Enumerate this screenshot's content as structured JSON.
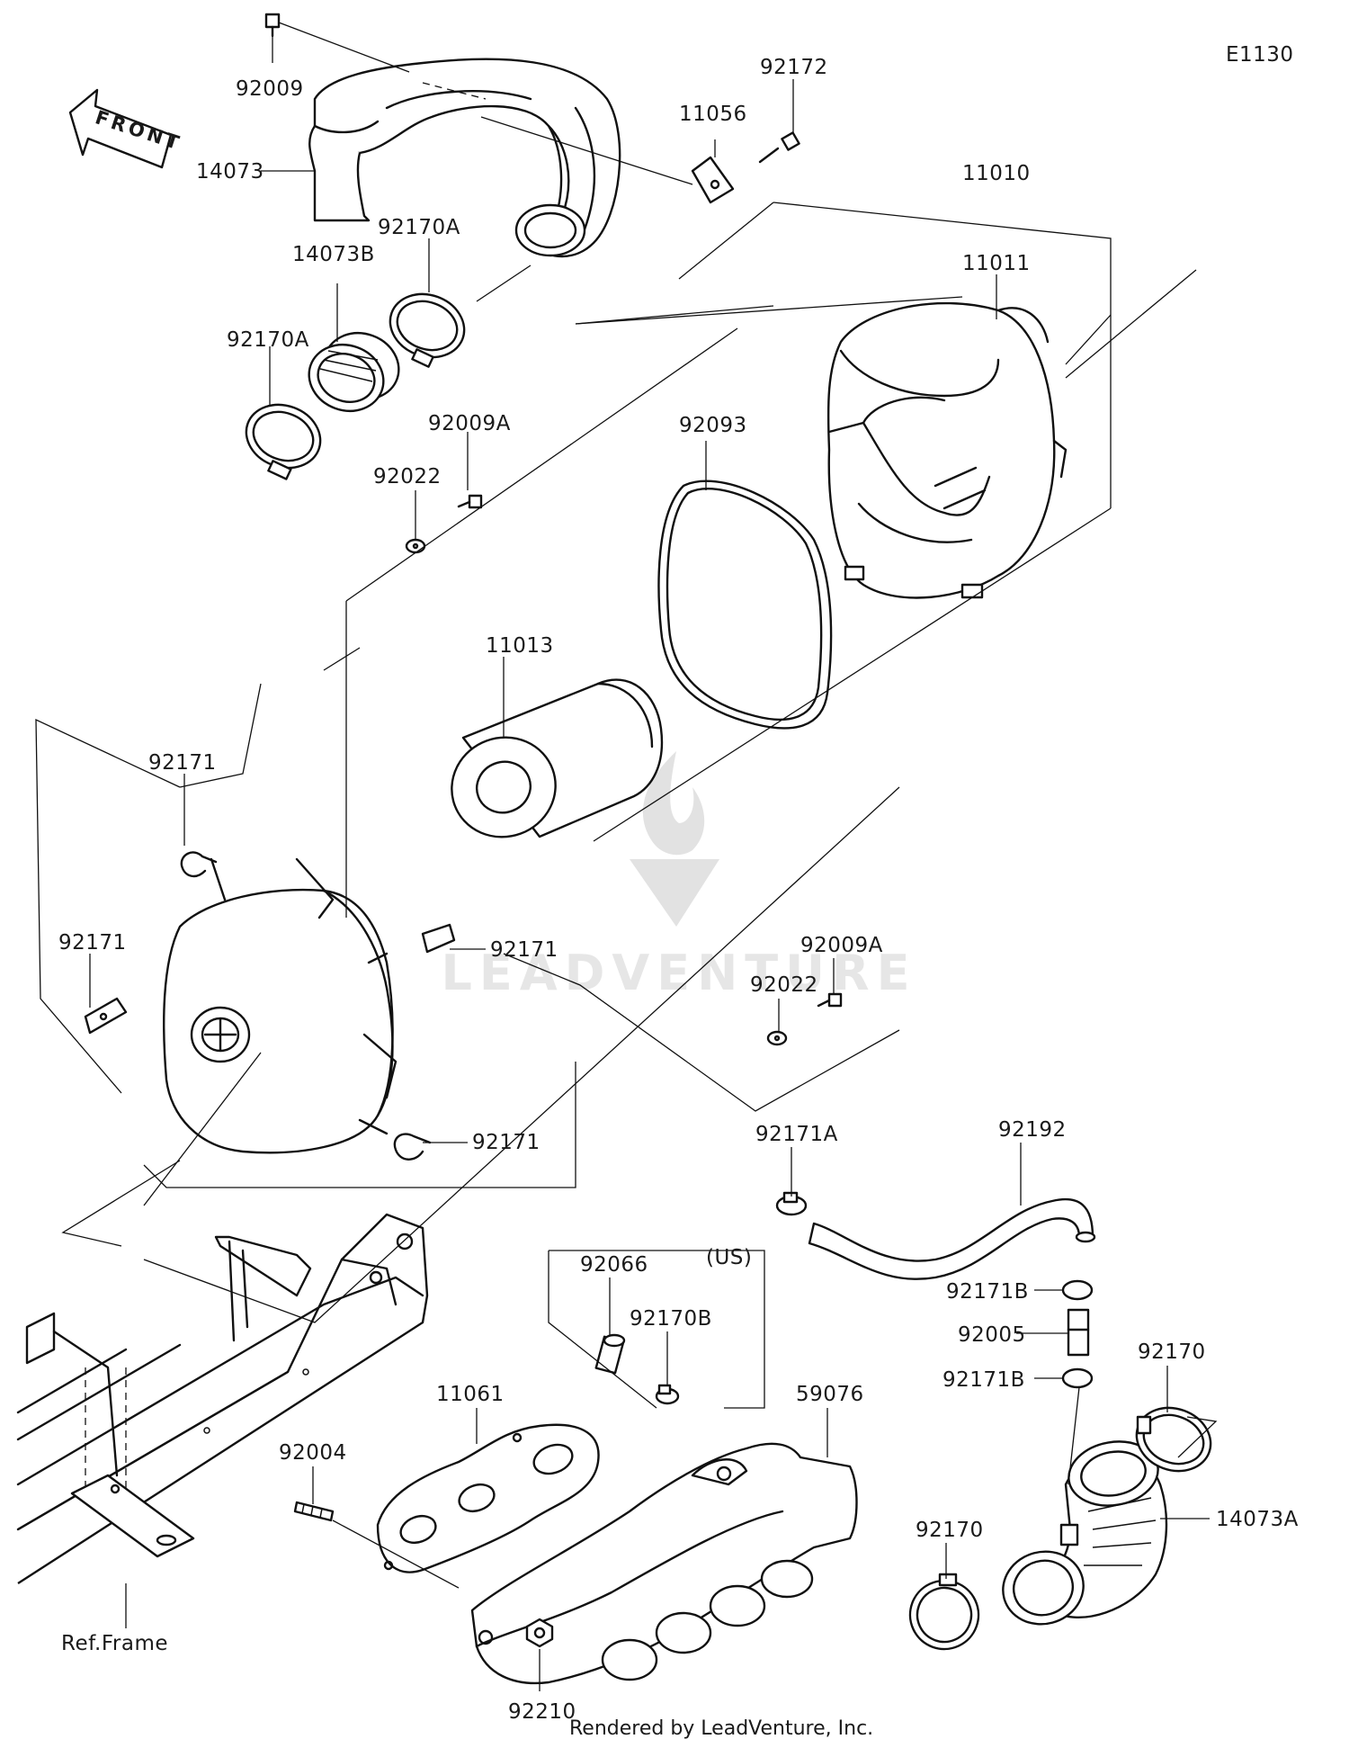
{
  "diagram_code": "E1130",
  "front_label": "FRONT",
  "footer_text": "Rendered by LeadVenture, Inc.",
  "watermark_text": "LEADVENTURE",
  "region_note": "(US)",
  "ref_frame_label": "Ref.Frame",
  "part_numbers": {
    "p92009": "92009",
    "p14073": "14073",
    "p92170A_upper": "92170A",
    "p14073B": "14073B",
    "p92170A_lower": "92170A",
    "p92172": "92172",
    "p11056": "11056",
    "p11010": "11010",
    "p11011": "11011",
    "p92009A_upper": "92009A",
    "p92022_upper": "92022",
    "p92093": "92093",
    "p11013": "11013",
    "p92171_top": "92171",
    "p92171_left": "92171",
    "p92171_right": "92171",
    "p92171_bottom": "92171",
    "p92009A_lower": "92009A",
    "p92022_lower": "92022",
    "p92171A": "92171A",
    "p92192": "92192",
    "p92171B_upper": "92171B",
    "p92005": "92005",
    "p92171B_lower": "92171B",
    "p92170_right": "92170",
    "p92170_left": "92170",
    "p14073A": "14073A",
    "p92066": "92066",
    "p92170B": "92170B",
    "p11061": "11061",
    "p59076": "59076",
    "p92004": "92004",
    "p92210": "92210"
  }
}
